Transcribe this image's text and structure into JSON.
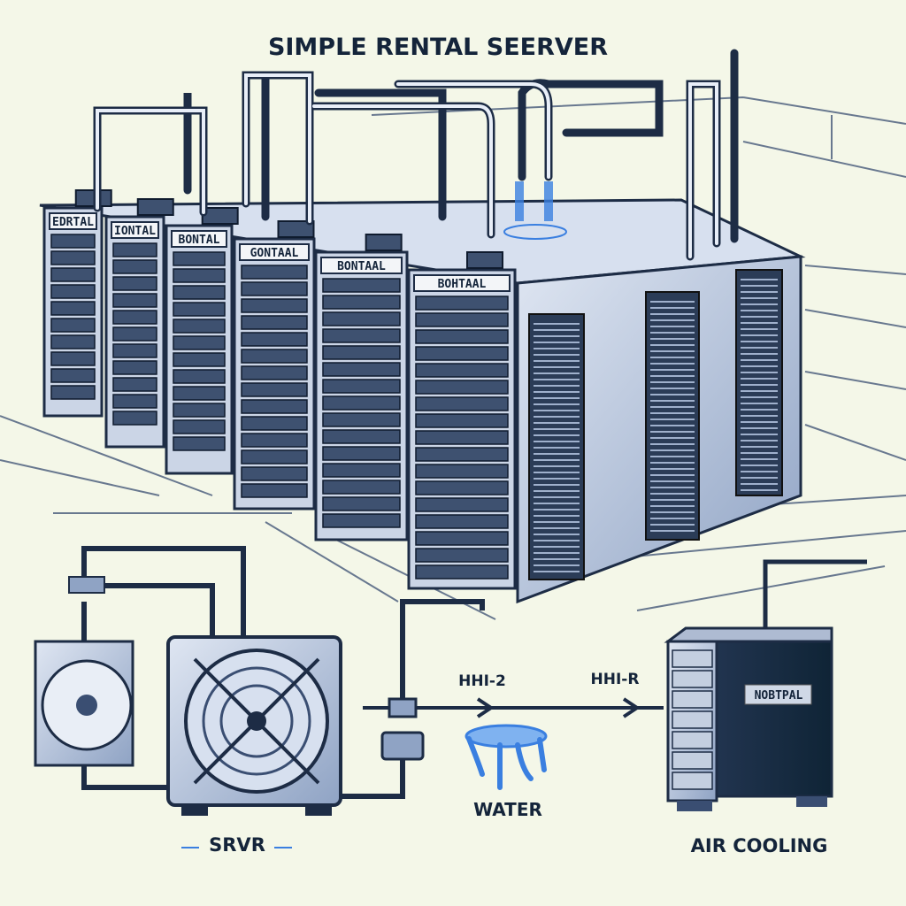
{
  "title": "SIMPLE RENTAL SEERVER",
  "rack_labels": [
    "EDRTAL",
    "IONTAL",
    "BONTAL",
    "GONTAAL",
    "BONTAAL",
    "BOHTAAL"
  ],
  "cooling_unit_label": "NOBTPAL",
  "pipe_labels": [
    "HHI-2",
    "HHI-R"
  ],
  "captions": {
    "server": "SRVR",
    "water": "WATER",
    "air_cooling": "AIR COOLING"
  },
  "colors": {
    "background": "#f4f7e8",
    "ink": "#14243a",
    "steel": "#8fa3c4",
    "water": "#3a7fe0",
    "cabinet": "#0f2436"
  }
}
